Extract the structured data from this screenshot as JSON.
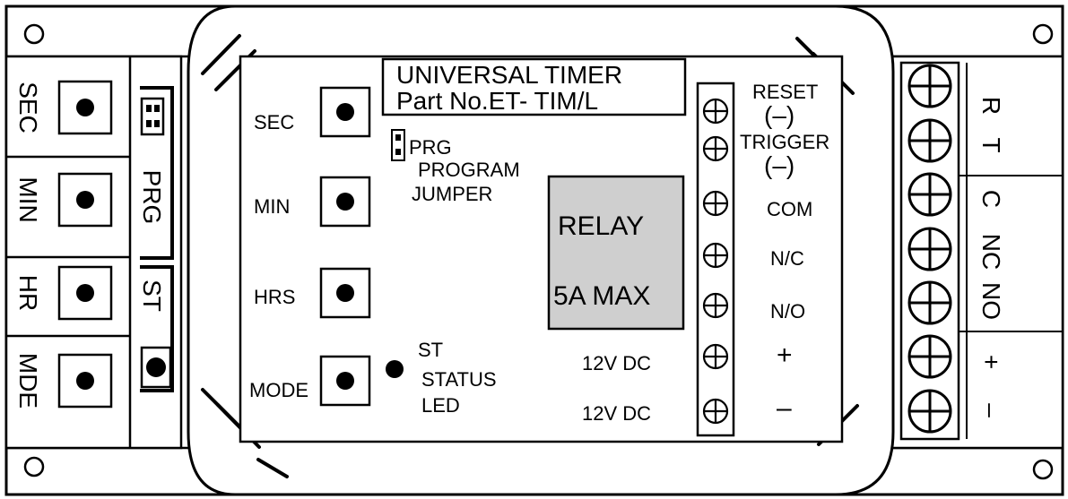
{
  "timer": {
    "title_line1": "UNIVERSAL  TIMER",
    "title_line2": "Part  No.ET- TIM/L",
    "buttons": [
      "SEC",
      "MIN",
      "HRS",
      "MODE"
    ],
    "program_jumper": {
      "short": "PRG",
      "line2": "PROGRAM",
      "line3": "JUMPER"
    },
    "status_led": {
      "short": "ST",
      "line2": "STATUS",
      "line3": "LED"
    },
    "relay": {
      "line1": "RELAY",
      "line2": "5A MAX"
    },
    "supply_labels": [
      "12V  DC",
      "12V  DC"
    ],
    "terminals": [
      "RESET",
      "(–)",
      "TRIGGER",
      "(–)",
      "COM",
      "N/C",
      "N/O",
      "+",
      "–"
    ]
  },
  "left_panel": {
    "buttons": [
      "SEC",
      "MIN",
      "HR",
      "MDE"
    ],
    "jumper_label": "PRG",
    "led_label": "ST"
  },
  "right_panel": {
    "terminal_labels": [
      "R",
      "T",
      "C",
      "NC",
      "NO",
      "+",
      "–"
    ]
  }
}
